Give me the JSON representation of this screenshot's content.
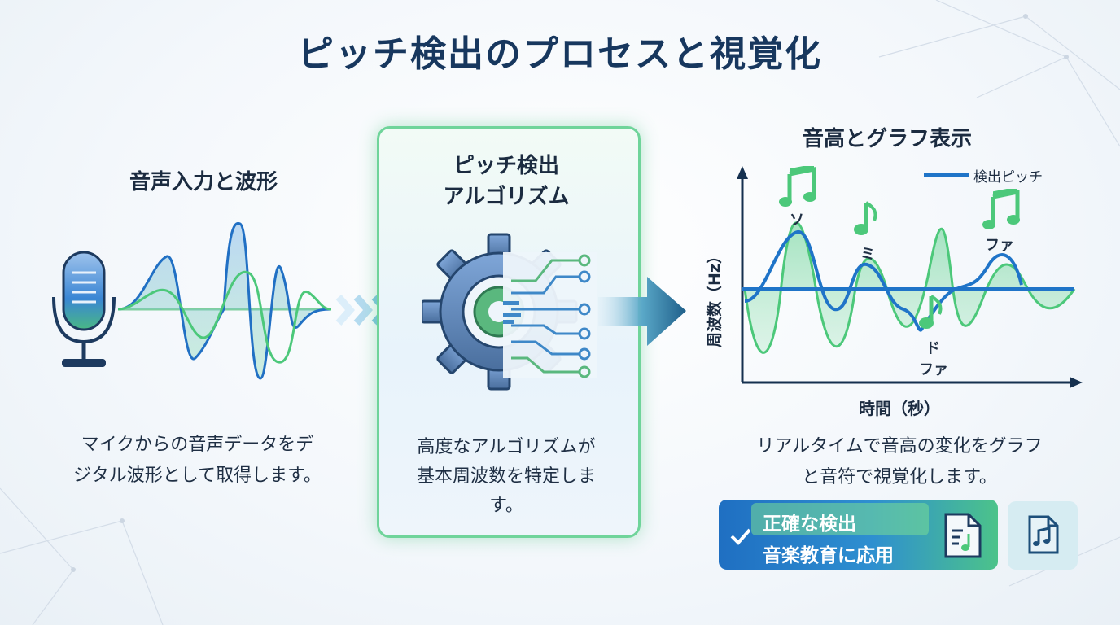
{
  "title": "ピッチ検出のプロセスと視覚化",
  "input_section": {
    "heading": "音声入力と波形",
    "description_lines": [
      "マイクからの音声データをデ",
      "ジタル波形として取得します。"
    ]
  },
  "algorithm_section": {
    "heading_lines": [
      "ピッチ検出",
      "アルゴリズム"
    ],
    "description_lines": [
      "高度なアルゴリズムが",
      "基本周波数を特定しま",
      "す。"
    ]
  },
  "output_section": {
    "heading": "音高とグラフ表示",
    "legend_label": "検出ピッチ",
    "y_axis_label": "周波数（Hz）",
    "x_axis_label": "時間（秒）",
    "note_labels": [
      "ソ",
      "ミ",
      "ド",
      "ファ",
      "ファ"
    ],
    "description_lines": [
      "リアルタイムで音高の変化をグラフ",
      "と音符で視覚化します。"
    ]
  },
  "badge": {
    "line1": "正確な検出",
    "line2": "音楽教育に応用"
  },
  "colors": {
    "title": "#17375e",
    "blue": "#1f74c8",
    "green": "#4cc87a",
    "card_border": "#6fd49a"
  },
  "icons": [
    "microphone-icon",
    "waveform-icon",
    "chevron-arrows-icon",
    "gear-circuit-icon",
    "right-arrow-icon",
    "music-note-icon",
    "document-music-icon",
    "check-icon"
  ]
}
